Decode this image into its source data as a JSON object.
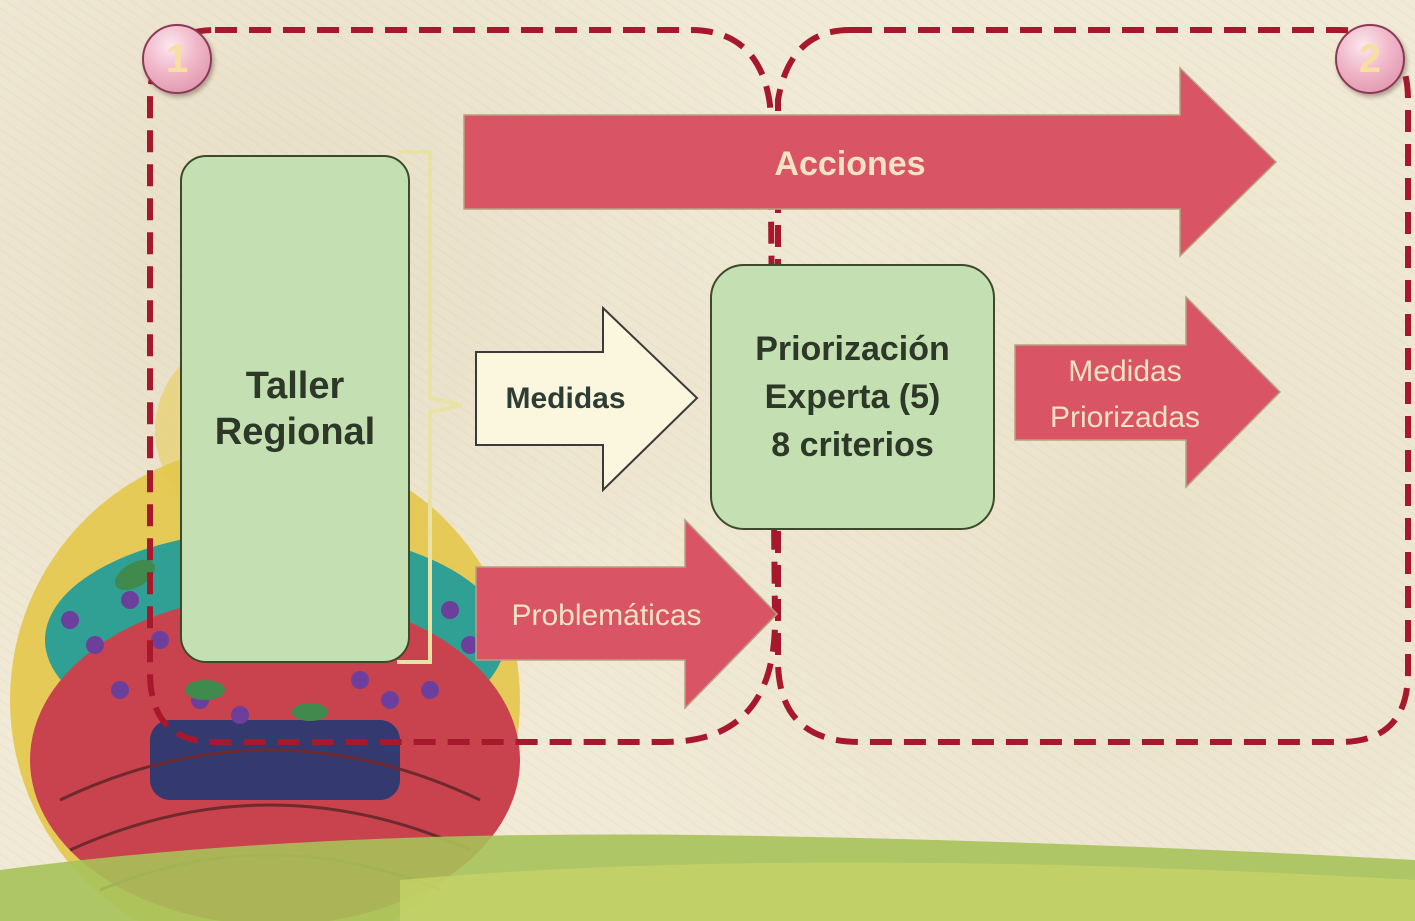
{
  "badges": {
    "one": "1",
    "two": "2"
  },
  "boxes": {
    "taller": [
      "Taller",
      "Regional"
    ],
    "priorizacion": [
      "Priorización",
      "Experta (5)",
      "8 criterios"
    ]
  },
  "arrows": {
    "acciones": "Acciones",
    "medidas": "Medidas",
    "medidas_priorizadas": [
      "Medidas",
      "Priorizadas"
    ],
    "problematicas": "Problemáticas"
  },
  "colors": {
    "box_fill": "#c4e0b2",
    "arrow_red": "#d95566",
    "dash_border": "#a8182c",
    "arrow_text": "#f3e3c3"
  }
}
